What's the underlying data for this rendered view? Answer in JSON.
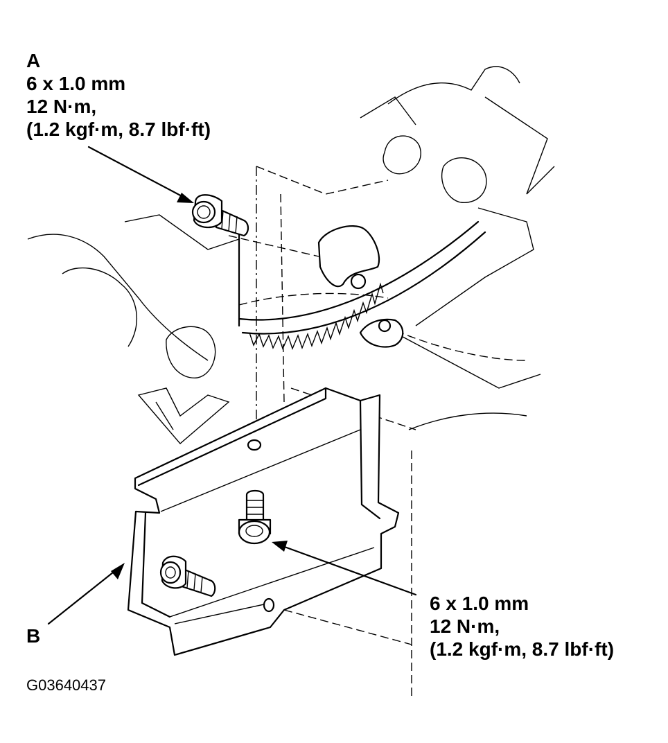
{
  "callouts": {
    "a": {
      "letter": "A",
      "size": "6 x 1.0 mm",
      "torque_nm": "12 N·m,",
      "torque_alt": "(1.2 kgf·m, 8.7 lbf·ft)"
    },
    "b": {
      "letter": "B"
    },
    "lower_bolt": {
      "size": "6 x 1.0 mm",
      "torque_nm": "12 N·m,",
      "torque_alt": "(1.2 kgf·m, 8.7 lbf·ft)"
    }
  },
  "figure_id": "G03640437"
}
